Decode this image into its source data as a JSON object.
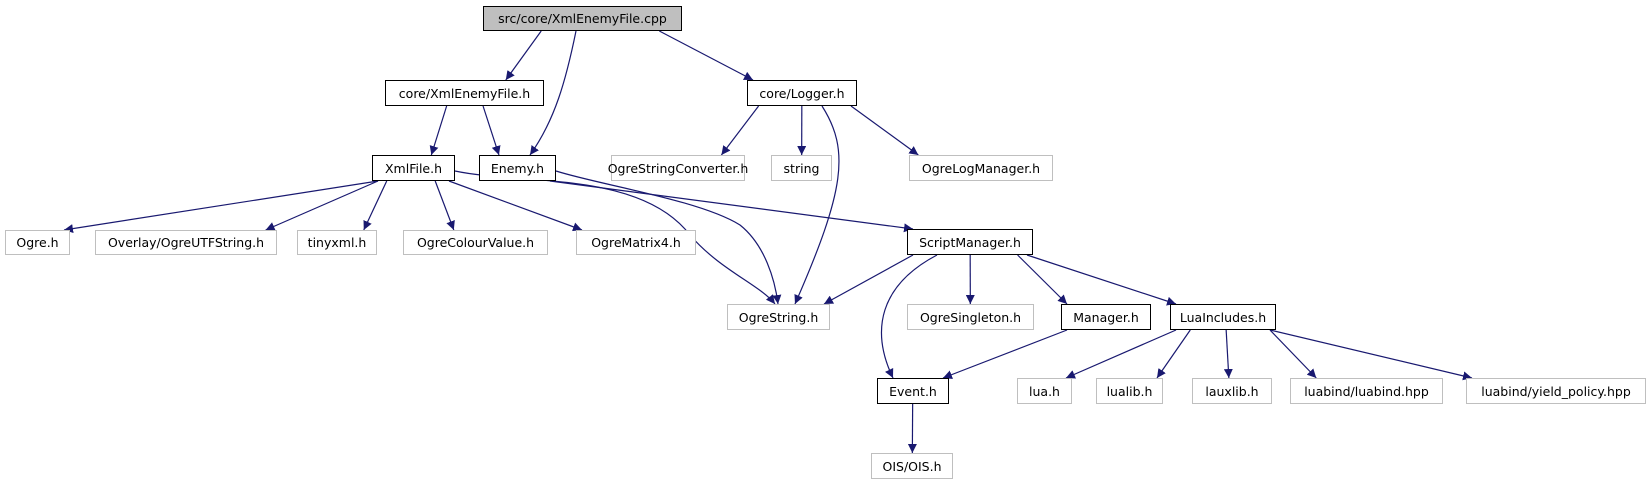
{
  "diagram": {
    "title": "src/core/XmlEnemyFile.cpp",
    "edge_color": "#191970",
    "nodes": [
      {
        "id": "cpp",
        "label": "src/core/XmlEnemyFile.cpp",
        "kind": "root"
      },
      {
        "id": "xmlenemyh",
        "label": "core/XmlEnemyFile.h",
        "kind": "doc"
      },
      {
        "id": "logger",
        "label": "core/Logger.h",
        "kind": "doc"
      },
      {
        "id": "xmlfile",
        "label": "XmlFile.h",
        "kind": "doc"
      },
      {
        "id": "enemy",
        "label": "Enemy.h",
        "kind": "doc"
      },
      {
        "id": "ogrestrconv",
        "label": "OgreStringConverter.h",
        "kind": "ext"
      },
      {
        "id": "string",
        "label": "string",
        "kind": "ext"
      },
      {
        "id": "ogrelogmgr",
        "label": "OgreLogManager.h",
        "kind": "ext"
      },
      {
        "id": "ogre",
        "label": "Ogre.h",
        "kind": "ext"
      },
      {
        "id": "utfstring",
        "label": "Overlay/OgreUTFString.h",
        "kind": "ext"
      },
      {
        "id": "tinyxml",
        "label": "tinyxml.h",
        "kind": "ext"
      },
      {
        "id": "colour",
        "label": "OgreColourValue.h",
        "kind": "ext"
      },
      {
        "id": "matrix4",
        "label": "OgreMatrix4.h",
        "kind": "ext"
      },
      {
        "id": "scriptmgr",
        "label": "ScriptManager.h",
        "kind": "doc"
      },
      {
        "id": "ogrestring",
        "label": "OgreString.h",
        "kind": "ext"
      },
      {
        "id": "singleton",
        "label": "OgreSingleton.h",
        "kind": "ext"
      },
      {
        "id": "manager",
        "label": "Manager.h",
        "kind": "doc"
      },
      {
        "id": "luainc",
        "label": "LuaIncludes.h",
        "kind": "doc"
      },
      {
        "id": "event",
        "label": "Event.h",
        "kind": "doc"
      },
      {
        "id": "lua",
        "label": "lua.h",
        "kind": "ext"
      },
      {
        "id": "lualib",
        "label": "lualib.h",
        "kind": "ext"
      },
      {
        "id": "lauxlib",
        "label": "lauxlib.h",
        "kind": "ext"
      },
      {
        "id": "luabind",
        "label": "luabind/luabind.hpp",
        "kind": "ext"
      },
      {
        "id": "yield",
        "label": "luabind/yield_policy.hpp",
        "kind": "ext"
      },
      {
        "id": "ois",
        "label": "OIS/OIS.h",
        "kind": "ext"
      }
    ],
    "edges": [
      [
        "cpp",
        "xmlenemyh"
      ],
      [
        "cpp",
        "enemy"
      ],
      [
        "cpp",
        "logger"
      ],
      [
        "xmlenemyh",
        "xmlfile"
      ],
      [
        "xmlenemyh",
        "enemy"
      ],
      [
        "logger",
        "ogrestrconv"
      ],
      [
        "logger",
        "string"
      ],
      [
        "logger",
        "ogrestring"
      ],
      [
        "logger",
        "ogrelogmgr"
      ],
      [
        "xmlfile",
        "ogre"
      ],
      [
        "xmlfile",
        "utfstring"
      ],
      [
        "xmlfile",
        "tinyxml"
      ],
      [
        "xmlfile",
        "colour"
      ],
      [
        "xmlfile",
        "matrix4"
      ],
      [
        "xmlfile",
        "ogrestring"
      ],
      [
        "enemy",
        "ogrestring"
      ],
      [
        "enemy",
        "scriptmgr"
      ],
      [
        "scriptmgr",
        "ogrestring"
      ],
      [
        "scriptmgr",
        "event"
      ],
      [
        "scriptmgr",
        "singleton"
      ],
      [
        "scriptmgr",
        "manager"
      ],
      [
        "scriptmgr",
        "luainc"
      ],
      [
        "manager",
        "event"
      ],
      [
        "luainc",
        "lua"
      ],
      [
        "luainc",
        "lualib"
      ],
      [
        "luainc",
        "lauxlib"
      ],
      [
        "luainc",
        "luabind"
      ],
      [
        "luainc",
        "yield"
      ],
      [
        "event",
        "ois"
      ]
    ]
  }
}
